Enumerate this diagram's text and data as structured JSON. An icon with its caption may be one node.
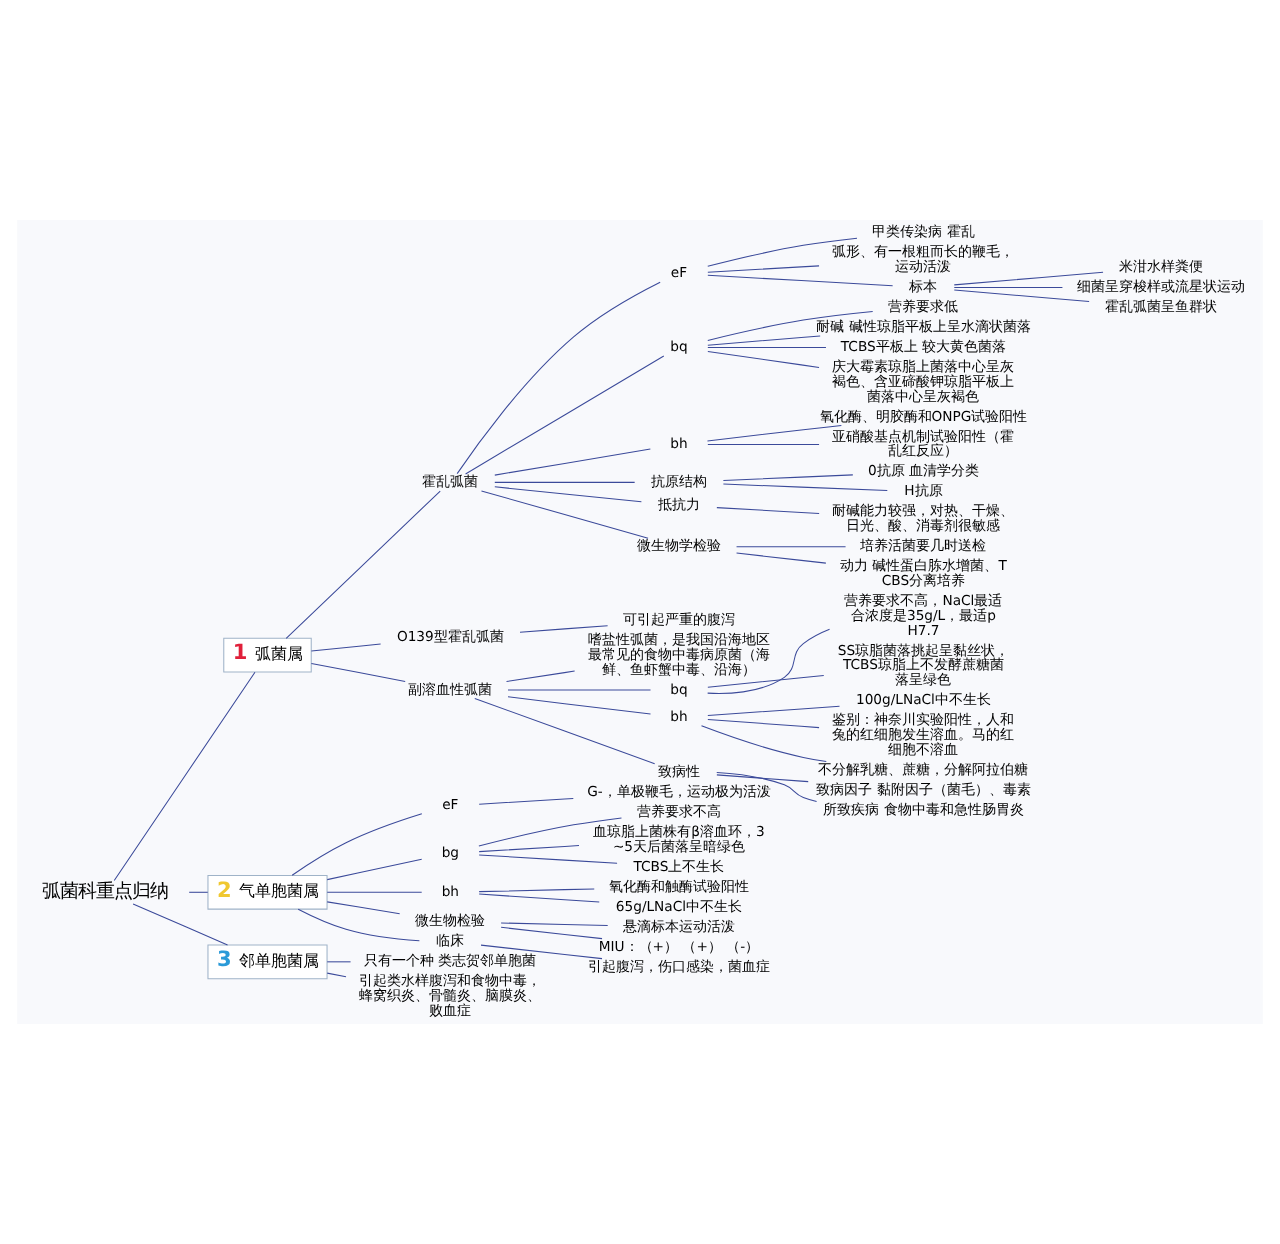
{
  "diagram": {
    "nodes": [
      {
        "text": [
          "弧菌科重点归纳"
        ]
      },
      {
        "text": [
          "1",
          "弧菌属"
        ]
      },
      {
        "text": [
          "霍乱弧菌"
        ]
      },
      {
        "text": [
          "eF"
        ]
      },
      {
        "text": [
          "甲类传染病 霍乱"
        ]
      },
      {
        "text": [
          "弧形、有一根粗而长的鞭毛，运动活泼"
        ]
      },
      {
        "text": [
          "标本"
        ]
      },
      {
        "text": [
          "米泔水样粪便"
        ]
      },
      {
        "text": [
          "细菌呈穿梭样或流星状运动"
        ]
      },
      {
        "text": [
          "霍乱弧菌呈鱼群状"
        ]
      },
      {
        "text": [
          "bq"
        ]
      },
      {
        "text": [
          "营养要求低"
        ]
      },
      {
        "text": [
          "耐碱 碱性琼脂平板上呈水滴状菌落"
        ]
      },
      {
        "text": [
          "TCBS平板上 较大黄色菌落"
        ]
      },
      {
        "text": [
          "庆大霉素琼脂上菌落中心呈灰褐色、含亚碲酸钾琼脂平板上菌落中心呈灰褐色"
        ]
      },
      {
        "text": [
          "bh"
        ]
      },
      {
        "text": [
          "氧化酶、明胶酶和ONPG试验阳性"
        ]
      },
      {
        "text": [
          "亚硝酸基点机制试验阳性（霍乱红反应）"
        ]
      },
      {
        "text": [
          "抗原结构"
        ]
      },
      {
        "text": [
          "0抗原 血清学分类"
        ]
      },
      {
        "text": [
          "H抗原"
        ]
      },
      {
        "text": [
          "抵抗力"
        ]
      },
      {
        "text": [
          "耐碱能力较强，对热、干燥、日光、酸、消毒剂很敏感"
        ]
      },
      {
        "text": [
          "微生物学检验"
        ]
      },
      {
        "text": [
          "培养活菌要几时送检"
        ]
      },
      {
        "text": [
          "动力 碱性蛋白胨水增菌、TCBS分离培养"
        ]
      },
      {
        "text": [
          "O139型霍乱弧菌"
        ]
      },
      {
        "text": [
          "可引起严重的腹泻"
        ]
      },
      {
        "text": [
          "副溶血性弧菌"
        ]
      },
      {
        "text": [
          "嗜盐性弧菌，是我国沿海地区最常见的食物中毒病原菌（海鲜、鱼虾蟹中毒、沿海）"
        ]
      },
      {
        "text": [
          "bq"
        ]
      },
      {
        "text": [
          "营养要求不高，NaCl最适合浓度是35g/L，最适pH7.7"
        ]
      },
      {
        "text": [
          "SS琼脂菌落挑起呈黏丝状，TCBS琼脂上不发酵蔗糖菌落呈绿色"
        ]
      },
      {
        "text": [
          "bh"
        ]
      },
      {
        "text": [
          "100g/LNaCl中不生长"
        ]
      },
      {
        "text": [
          "鉴别：神奈川实验阳性，人和兔的红细胞发生溶血。马的红细胞不溶血"
        ]
      },
      {
        "text": [
          "不分解乳糖、蔗糖，分解阿拉伯糖"
        ]
      },
      {
        "text": [
          "致病性"
        ]
      },
      {
        "text": [
          "致病因子 黏附因子（菌毛）、毒素"
        ]
      },
      {
        "text": [
          "所致疾病 食物中毒和急性肠胃炎"
        ]
      },
      {
        "text": [
          "2",
          "气单胞菌属"
        ]
      },
      {
        "text": [
          "eF"
        ]
      },
      {
        "text": [
          "G-，单极鞭毛，运动极为活泼"
        ]
      },
      {
        "text": [
          "bg"
        ]
      },
      {
        "text": [
          "营养要求不高"
        ]
      },
      {
        "text": [
          "血琼脂上菌株有β溶血环，3~5天后菌落呈暗绿色"
        ]
      },
      {
        "text": [
          "TCBS上不生长"
        ]
      },
      {
        "text": [
          "bh"
        ]
      },
      {
        "text": [
          "氧化酶和触酶试验阳性"
        ]
      },
      {
        "text": [
          "65g/LNaCl中不生长"
        ]
      },
      {
        "text": [
          "微生物检验"
        ]
      },
      {
        "text": [
          "悬滴标本运动活泼"
        ]
      },
      {
        "text": [
          "MIU：（+） （+） （-）"
        ]
      },
      {
        "text": [
          "临床"
        ]
      },
      {
        "text": [
          "引起腹泻，伤口感染，菌血症"
        ]
      },
      {
        "text": [
          "3",
          "邻单胞菌属"
        ]
      },
      {
        "text": [
          "只有一个种 类志贺邻单胞菌"
        ]
      },
      {
        "text": [
          "引起类水样腹泻和食物中毒，蜂窝织炎、骨髓炎、脑膜炎、败血症"
        ]
      }
    ],
    "edges": [
      {
        "from": 0,
        "to": 1,
        "arrow": "none"
      },
      {
        "from": 1,
        "to": 2,
        "arrow": "none"
      },
      {
        "from": 2,
        "to": 3,
        "arrow": "none"
      },
      {
        "from": 3,
        "to": 4,
        "arrow": "none"
      },
      {
        "from": 3,
        "to": 5,
        "arrow": "none"
      },
      {
        "from": 3,
        "to": 6,
        "arrow": "none"
      },
      {
        "from": 6,
        "to": 7,
        "arrow": "none"
      },
      {
        "from": 6,
        "to": 8,
        "arrow": "none"
      },
      {
        "from": 6,
        "to": 9,
        "arrow": "none"
      },
      {
        "from": 2,
        "to": 10,
        "arrow": "none"
      },
      {
        "from": 10,
        "to": 11,
        "arrow": "none"
      },
      {
        "from": 10,
        "to": 12,
        "arrow": "none"
      },
      {
        "from": 10,
        "to": 13,
        "arrow": "none"
      },
      {
        "from": 10,
        "to": 14,
        "arrow": "none"
      },
      {
        "from": 2,
        "to": 15,
        "arrow": "none"
      },
      {
        "from": 15,
        "to": 16,
        "arrow": "none"
      },
      {
        "from": 15,
        "to": 17,
        "arrow": "none"
      },
      {
        "from": 2,
        "to": 18,
        "arrow": "none"
      },
      {
        "from": 18,
        "to": 19,
        "arrow": "none"
      },
      {
        "from": 18,
        "to": 20,
        "arrow": "none"
      },
      {
        "from": 2,
        "to": 21,
        "arrow": "none"
      },
      {
        "from": 21,
        "to": 22,
        "arrow": "none"
      },
      {
        "from": 2,
        "to": 23,
        "arrow": "none"
      },
      {
        "from": 23,
        "to": 24,
        "arrow": "none"
      },
      {
        "from": 23,
        "to": 25,
        "arrow": "none"
      },
      {
        "from": 1,
        "to": 26,
        "arrow": "none"
      },
      {
        "from": 26,
        "to": 27,
        "arrow": "none"
      },
      {
        "from": 1,
        "to": 28,
        "arrow": "none"
      },
      {
        "from": 28,
        "to": 29,
        "arrow": "none"
      },
      {
        "from": 28,
        "to": 30,
        "arrow": "none"
      },
      {
        "from": 30,
        "to": 31,
        "arrow": "none"
      },
      {
        "from": 30,
        "to": 32,
        "arrow": "none"
      },
      {
        "from": 28,
        "to": 33,
        "arrow": "none"
      },
      {
        "from": 33,
        "to": 34,
        "arrow": "none"
      },
      {
        "from": 33,
        "to": 35,
        "arrow": "none"
      },
      {
        "from": 33,
        "to": 36,
        "arrow": "none"
      },
      {
        "from": 28,
        "to": 37,
        "arrow": "none"
      },
      {
        "from": 37,
        "to": 38,
        "arrow": "none"
      },
      {
        "from": 37,
        "to": 39,
        "arrow": "none"
      },
      {
        "from": 0,
        "to": 40,
        "arrow": "none"
      },
      {
        "from": 40,
        "to": 41,
        "arrow": "none"
      },
      {
        "from": 41,
        "to": 42,
        "arrow": "none"
      },
      {
        "from": 40,
        "to": 43,
        "arrow": "none"
      },
      {
        "from": 43,
        "to": 44,
        "arrow": "none"
      },
      {
        "from": 43,
        "to": 45,
        "arrow": "none"
      },
      {
        "from": 43,
        "to": 46,
        "arrow": "none"
      },
      {
        "from": 40,
        "to": 47,
        "arrow": "none"
      },
      {
        "from": 47,
        "to": 48,
        "arrow": "none"
      },
      {
        "from": 47,
        "to": 49,
        "arrow": "none"
      },
      {
        "from": 40,
        "to": 50,
        "arrow": "none"
      },
      {
        "from": 50,
        "to": 51,
        "arrow": "none"
      },
      {
        "from": 50,
        "to": 52,
        "arrow": "none"
      },
      {
        "from": 40,
        "to": 53,
        "arrow": "none"
      },
      {
        "from": 53,
        "to": 54,
        "arrow": "none"
      },
      {
        "from": 0,
        "to": 55,
        "arrow": "none"
      },
      {
        "from": 55,
        "to": 56,
        "arrow": "none"
      },
      {
        "from": 55,
        "to": 57,
        "arrow": "none"
      }
    ]
  }
}
